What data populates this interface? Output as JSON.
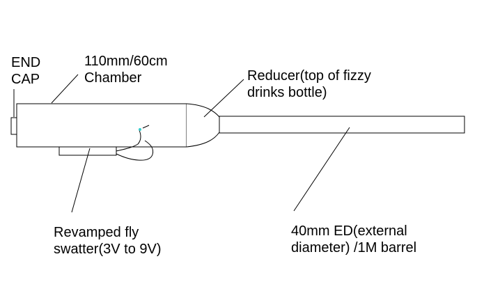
{
  "labels": {
    "end_cap": [
      "END",
      "CAP"
    ],
    "chamber": [
      "110mm/60cm",
      "Chamber"
    ],
    "reducer": [
      "Reducer(top of fizzy",
      "drinks bottle)"
    ],
    "fly_swatter": [
      "Revamped fly",
      "swatter(3V to 9V)"
    ],
    "barrel": [
      "40mm ED(external",
      "diameter) /1M barrel"
    ]
  },
  "colors": {
    "stroke": "#000000",
    "background": "#ffffff",
    "spark": "#33cccc"
  }
}
